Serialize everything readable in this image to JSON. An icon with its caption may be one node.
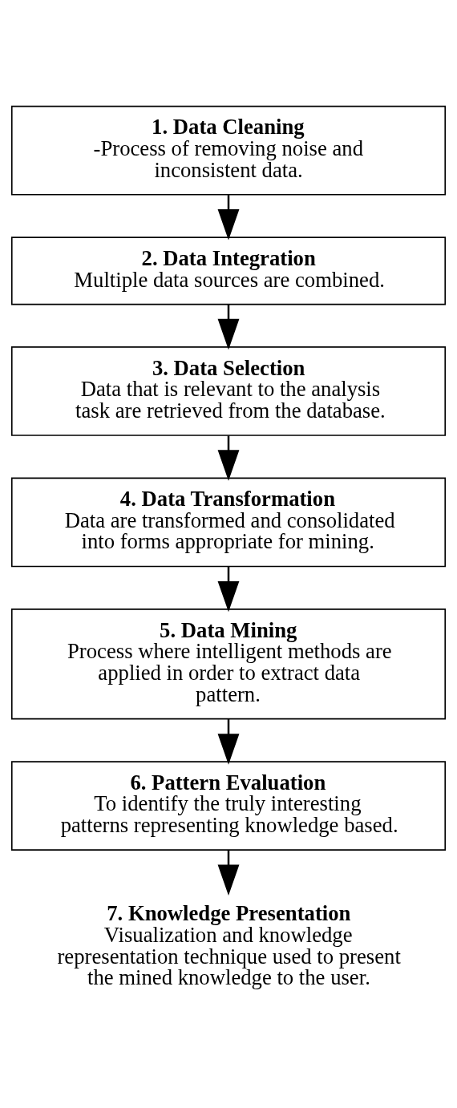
{
  "diagram": {
    "nodes": [
      {
        "text": [
          "1. Data Cleaning",
          "-Process of removing noise and inconsistent data."
        ]
      },
      {
        "text": [
          "2. Data Integration",
          "Multiple data sources are combined."
        ]
      },
      {
        "text": [
          "3. Data Selection",
          "Data that is relevant to the analysis task are retrieved from the database."
        ]
      },
      {
        "text": [
          "4. Data Transformation",
          "Data are transformed and consolidated into forms appropriate for mining."
        ]
      },
      {
        "text": [
          "5. Data Mining",
          "Process where intelligent methods are applied in order to extract data pattern."
        ]
      },
      {
        "text": [
          "6. Pattern Evaluation",
          "To identify the truly interesting patterns representing knowledge based."
        ]
      },
      {
        "text": [
          "7. Knowledge Presentation",
          "Visualization and knowledge representation technique used to present the mined knowledge to the user."
        ]
      }
    ],
    "edges": [
      {
        "from": 0,
        "to": 1,
        "arrow": "to"
      },
      {
        "from": 1,
        "to": 2,
        "arrow": "to"
      },
      {
        "from": 2,
        "to": 3,
        "arrow": "to"
      },
      {
        "from": 3,
        "to": 4,
        "arrow": "to"
      },
      {
        "from": 4,
        "to": 5,
        "arrow": "to"
      },
      {
        "from": 5,
        "to": 6,
        "arrow": "to"
      }
    ]
  }
}
